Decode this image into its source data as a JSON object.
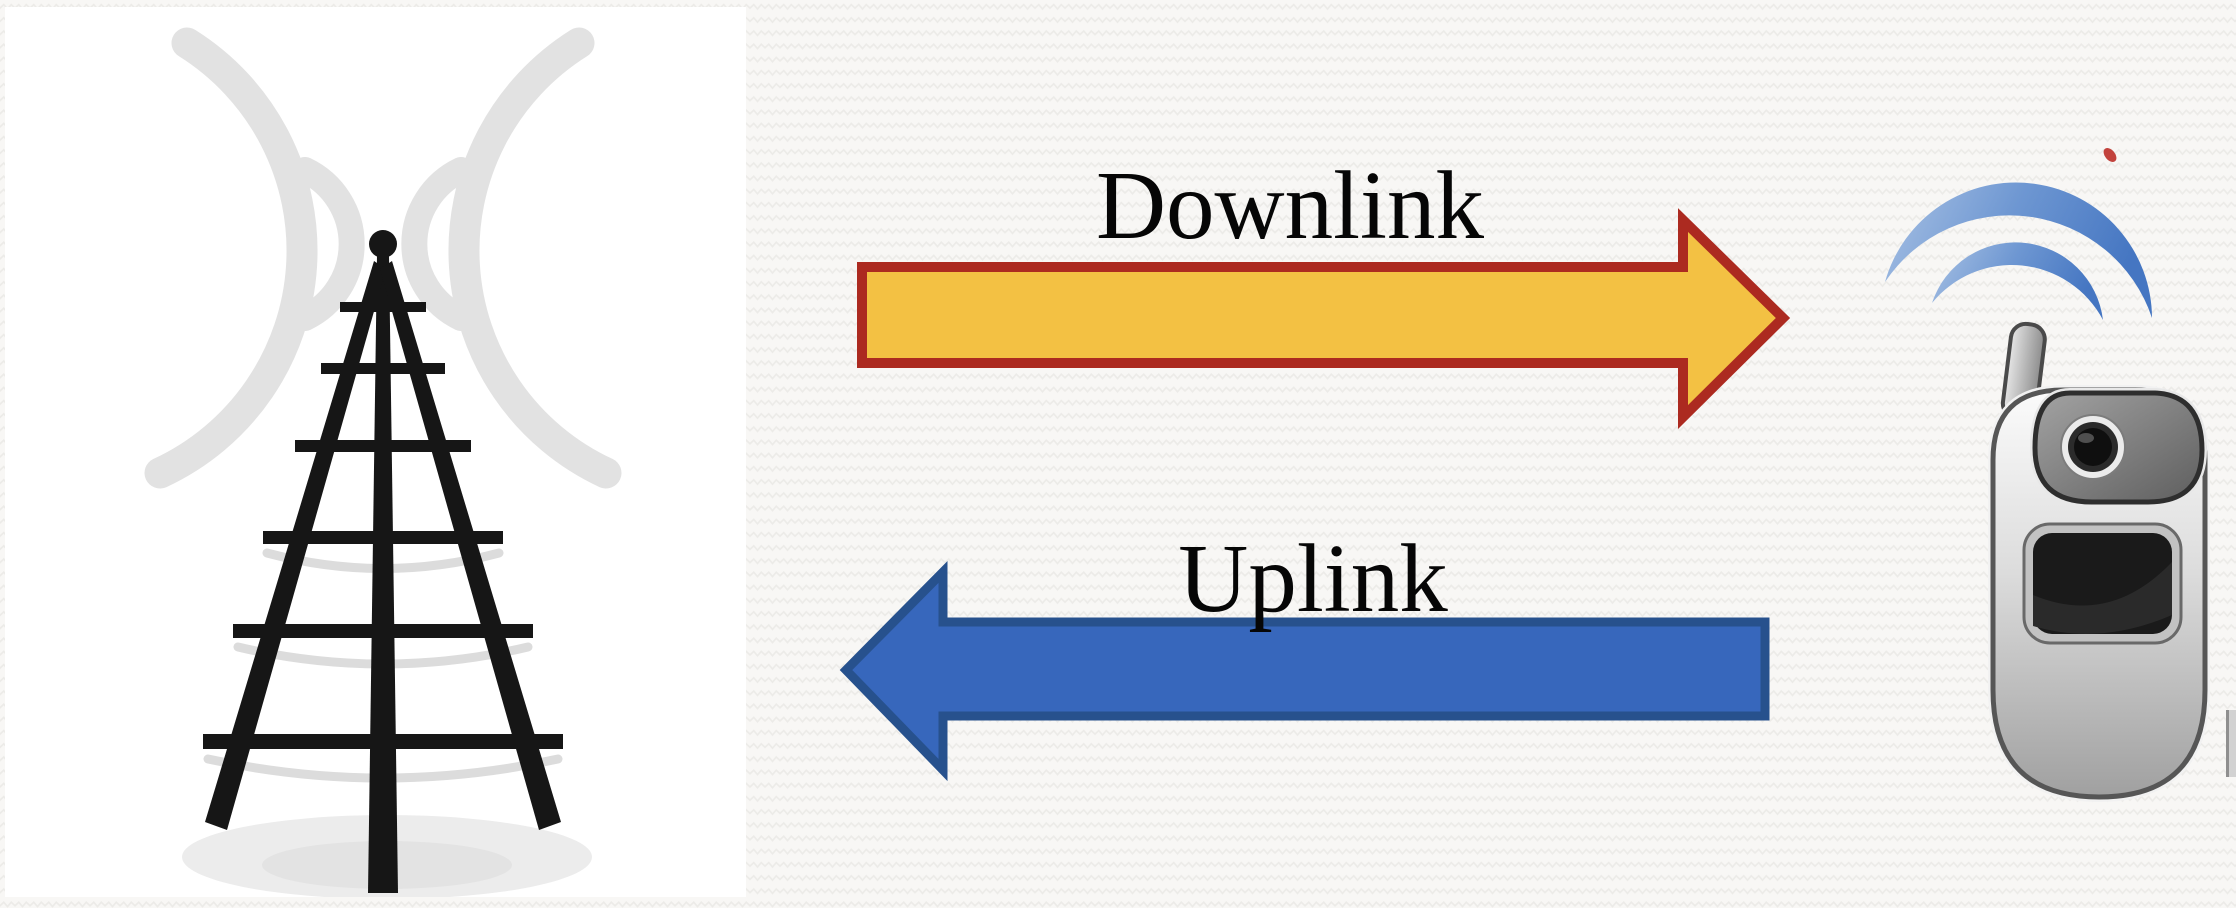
{
  "slide": {
    "background_color": "#F8F7F5",
    "texture": "subtle gray zigzag chevron rows",
    "diagram": {
      "downlink_label": "Downlink",
      "uplink_label": "Uplink",
      "downlink_arrow": {
        "direction": "right",
        "from": "cell-tower",
        "to": "mobile-phone",
        "fill_color": "#F3C143",
        "border_color": "#AC2A20"
      },
      "uplink_arrow": {
        "direction": "left",
        "from": "mobile-phone",
        "to": "cell-tower",
        "fill_color": "#3767BC",
        "border_color": "#27518D"
      },
      "cell_tower_icon": {
        "description": "black lattice radio tower with gray radio wave arcs on white panel",
        "tower_color": "#161616",
        "wave_color": "#E2E2E2",
        "panel_color": "#FFFFFF"
      },
      "mobile_phone_icon": {
        "description": "silver clamshell flip phone with antenna, camera, dark screen and blue signal waves",
        "signal_wave_color": "#4E80C8",
        "body_color_light": "#FAFAFA",
        "body_color_dark": "#A0A0A0",
        "screen_color": "#1A1A1A",
        "red_mark_color": "#C2423C"
      }
    }
  }
}
